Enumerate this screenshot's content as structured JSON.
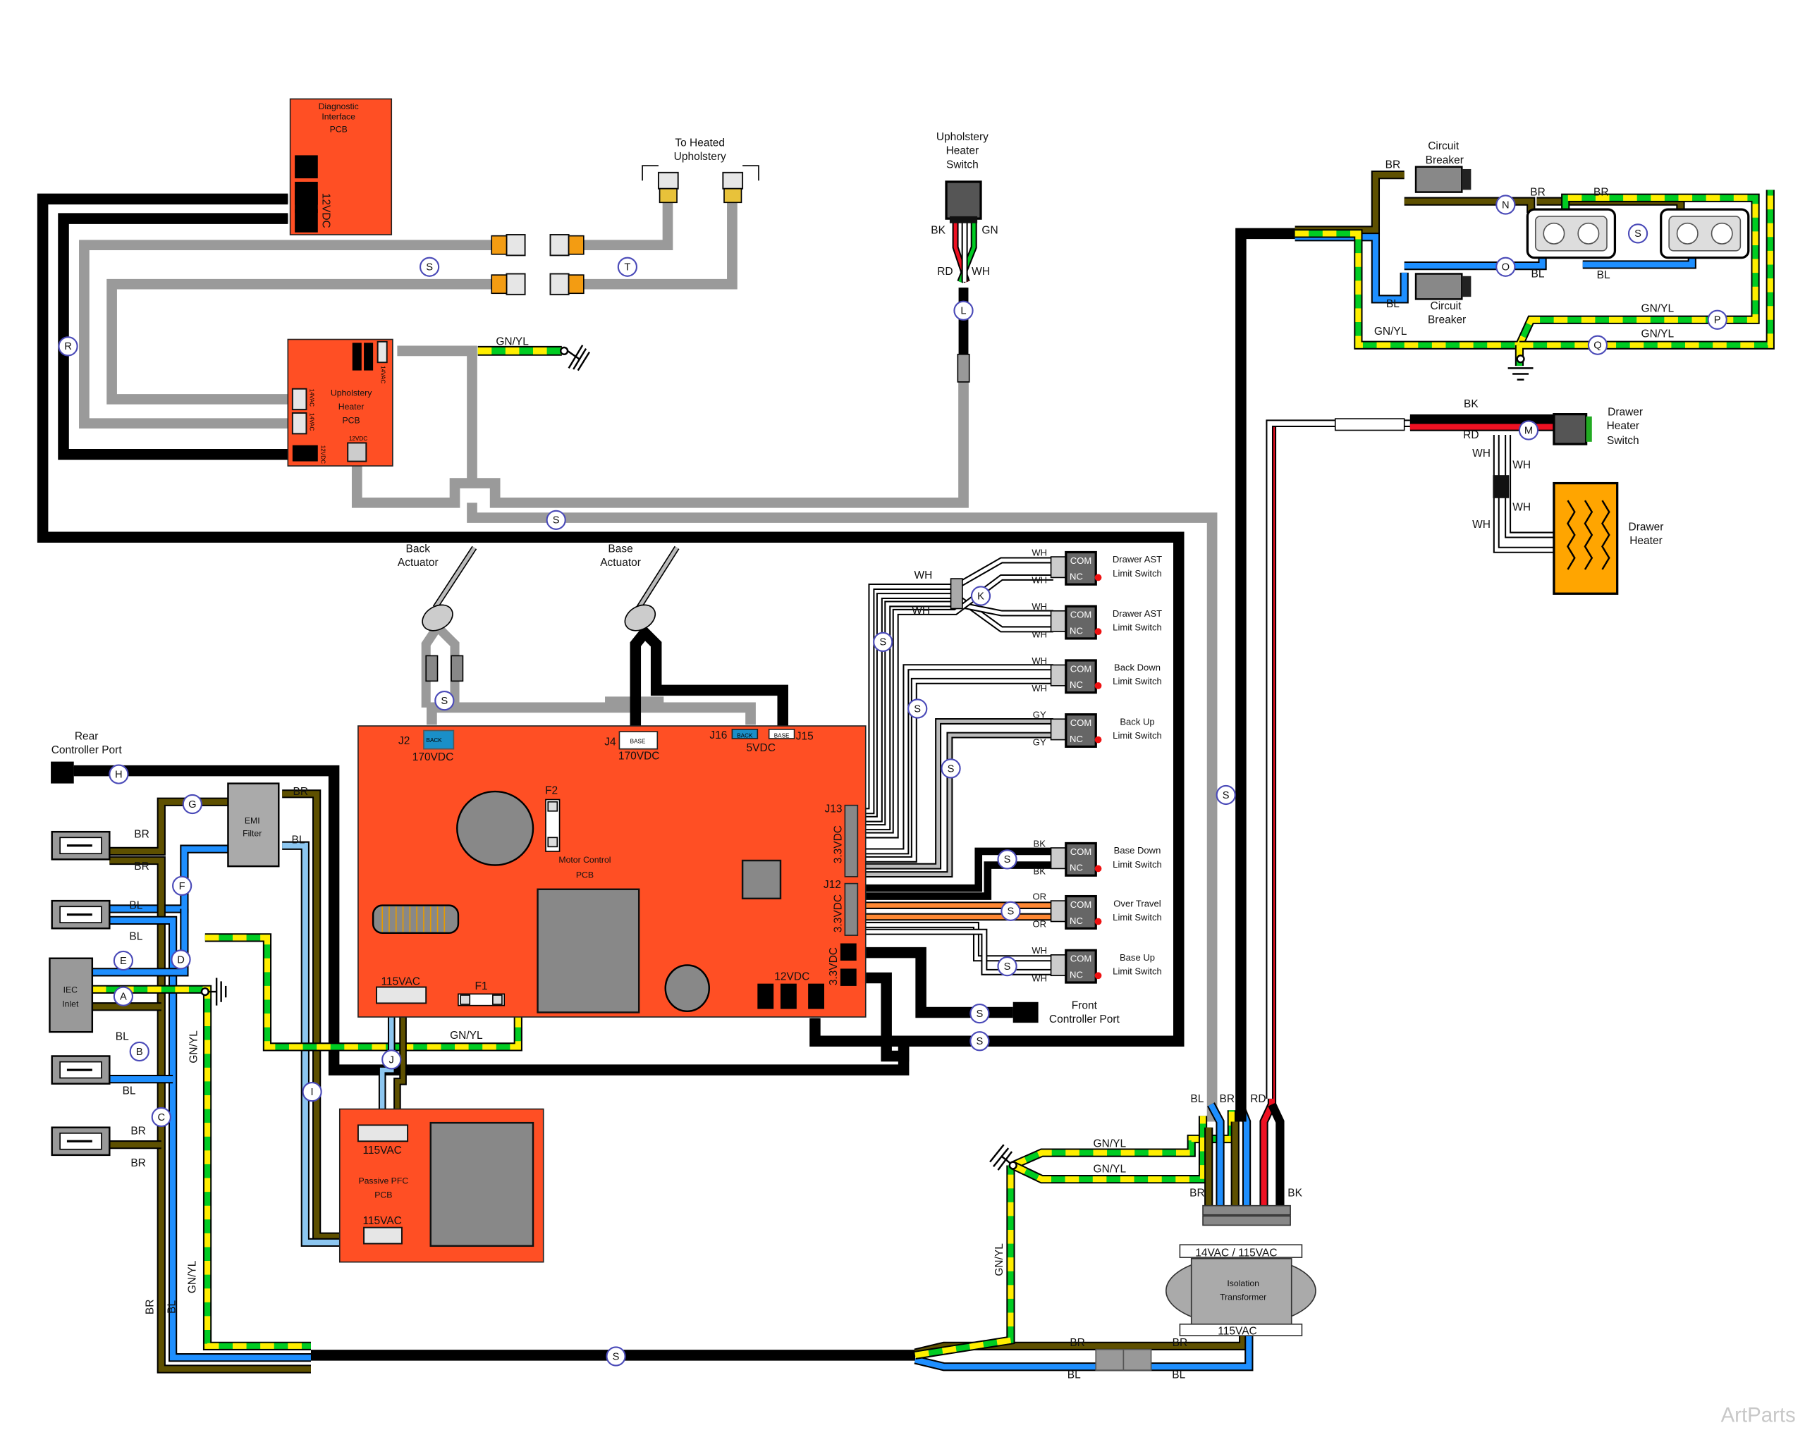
{
  "colors": {
    "pcb": "#ff4f24",
    "black": "#000000",
    "gray": "#9a9a9a",
    "brown": "#5e5000",
    "blue": "#1e8fff",
    "light_blue": "#8cc6f0",
    "green": "#00cc22",
    "yellow": "#ffee00",
    "red": "#ee1122",
    "orange": "#ff8833",
    "heater": "#ffa500",
    "connector_blue": "#1a8fc8"
  },
  "diagnostic_pcb": {
    "line1": "Diagnostic",
    "line2": "Interface",
    "line3": "PCB",
    "voltage": "12VDC"
  },
  "heated_upholstery": {
    "line1": "To Heated",
    "line2": "Upholstery"
  },
  "upholstery_switch": {
    "line1": "Upholstery",
    "line2": "Heater",
    "line3": "Switch",
    "bk": "BK",
    "gn": "GN",
    "rd": "RD",
    "wh": "WH"
  },
  "upholstery_pcb": {
    "line1": "Upholstery",
    "line2": "Heater",
    "line3": "PCB",
    "v1": "14VAC",
    "v2": "14VAC",
    "v3": "14VAC",
    "v4": "12VDC",
    "v5": "12VDC",
    "gnyl": "GN/YL"
  },
  "actuators": {
    "back1": "Back",
    "back2": "Actuator",
    "base1": "Base",
    "base2": "Actuator"
  },
  "motor_pcb": {
    "line1": "Motor Control",
    "line2": "PCB",
    "j2": "J2",
    "j2_tag": "BACK",
    "j2_v": "170VDC",
    "j4": "J4",
    "j4_tag": "BASE",
    "j4_v": "170VDC",
    "j16": "J16",
    "j16_tag": "BACK",
    "j15_tag": "BASE",
    "j15": "J15",
    "j1516_v": "5VDC",
    "f2": "F2",
    "f1": "F1",
    "j13": "J13",
    "j13_v": "3.3VDC",
    "j12": "J12",
    "j12_v": "3.3VDC",
    "j_v3": "3.3VDC",
    "v12": "12VDC",
    "v115": "115VAC",
    "gnyl": "GN/YL"
  },
  "limit_switches": [
    {
      "line1": "Drawer AST",
      "line2": "Limit Switch",
      "com": "COM",
      "nc": "NC",
      "w1": "WH",
      "w2": "WH"
    },
    {
      "line1": "Drawer AST",
      "line2": "Limit Switch",
      "com": "COM",
      "nc": "NC",
      "w1": "WH",
      "w2": "WH"
    },
    {
      "line1": "Back Down",
      "line2": "Limit Switch",
      "com": "COM",
      "nc": "NC",
      "w1": "WH",
      "w2": "WH"
    },
    {
      "line1": "Back Up",
      "line2": "Limit Switch",
      "com": "COM",
      "nc": "NC",
      "w1": "GY",
      "w2": "GY"
    },
    {
      "line1": "Base Down",
      "line2": "Limit Switch",
      "com": "COM",
      "nc": "NC",
      "w1": "BK",
      "w2": "BK"
    },
    {
      "line1": "Over Travel",
      "line2": "Limit Switch",
      "com": "COM",
      "nc": "NC",
      "w1": "OR",
      "w2": "OR"
    },
    {
      "line1": "Base Up",
      "line2": "Limit Switch",
      "com": "COM",
      "nc": "NC",
      "w1": "WH",
      "w2": "WH"
    }
  ],
  "drawer_ast_wires": {
    "a": "WH",
    "b": "WH"
  },
  "front_port": {
    "line1": "Front",
    "line2": "Controller Port"
  },
  "rear_port": {
    "line1": "Rear",
    "line2": "Controller Port"
  },
  "emi_filter": {
    "line1": "EMI",
    "line2": "Filter",
    "br": "BR",
    "bl": "BL"
  },
  "iec_inlet": {
    "line1": "IEC",
    "line2": "Inlet"
  },
  "left_wires": {
    "br1": "BR",
    "br2": "BR",
    "bl1": "BL",
    "bl2": "BL",
    "bl3": "BL",
    "bl4": "BL",
    "br3": "BR",
    "br4": "BR",
    "gnyl": "GN/YL",
    "gnyl2": "GN/YL",
    "br5": "BR",
    "bl5": "BL"
  },
  "pfc_pcb": {
    "line1": "Passive PFC",
    "line2": "PCB",
    "v_top": "115VAC",
    "v_bot": "115VAC"
  },
  "circuit_breakers": {
    "top1": "Circuit",
    "top2": "Breaker",
    "bot1": "Circuit",
    "bot2": "Breaker",
    "br1": "BR",
    "br2": "BR",
    "br3": "BR",
    "bl1": "BL",
    "bl2": "BL",
    "bl3": "BL",
    "gnyl1": "GN/YL",
    "gnyl2": "GN/YL",
    "gnyl3": "GN/YL"
  },
  "drawer_switch": {
    "line1": "Drawer",
    "line2": "Heater",
    "line3": "Switch",
    "bk": "BK",
    "rd": "RD",
    "wh1": "WH",
    "wh2": "WH",
    "wh3": "WH",
    "wh4": "WH"
  },
  "drawer_heater": {
    "line1": "Drawer",
    "line2": "Heater"
  },
  "transformer": {
    "line1": "Isolation",
    "line2": "Transformer",
    "top_v": "14VAC /  115VAC",
    "bot_v": "115VAC",
    "bl": "BL",
    "br": "BR",
    "rd": "RD",
    "br2": "BR",
    "bk": "BK",
    "gnyl1": "GN/YL",
    "gnyl2": "GN/YL",
    "gnyl3": "GN/YL"
  },
  "bottom_wires": {
    "br1": "BR",
    "br2": "BR",
    "bl1": "BL",
    "bl2": "BL"
  },
  "markers": {
    "A": "A",
    "B": "B",
    "C": "C",
    "D": "D",
    "E": "E",
    "F": "F",
    "G": "G",
    "H": "H",
    "I": "I",
    "J": "J",
    "K": "K",
    "L": "L",
    "M": "M",
    "N": "N",
    "O": "O",
    "P": "P",
    "Q": "Q",
    "R": "R",
    "S": "S",
    "T": "T"
  },
  "watermark": "ArtParts"
}
